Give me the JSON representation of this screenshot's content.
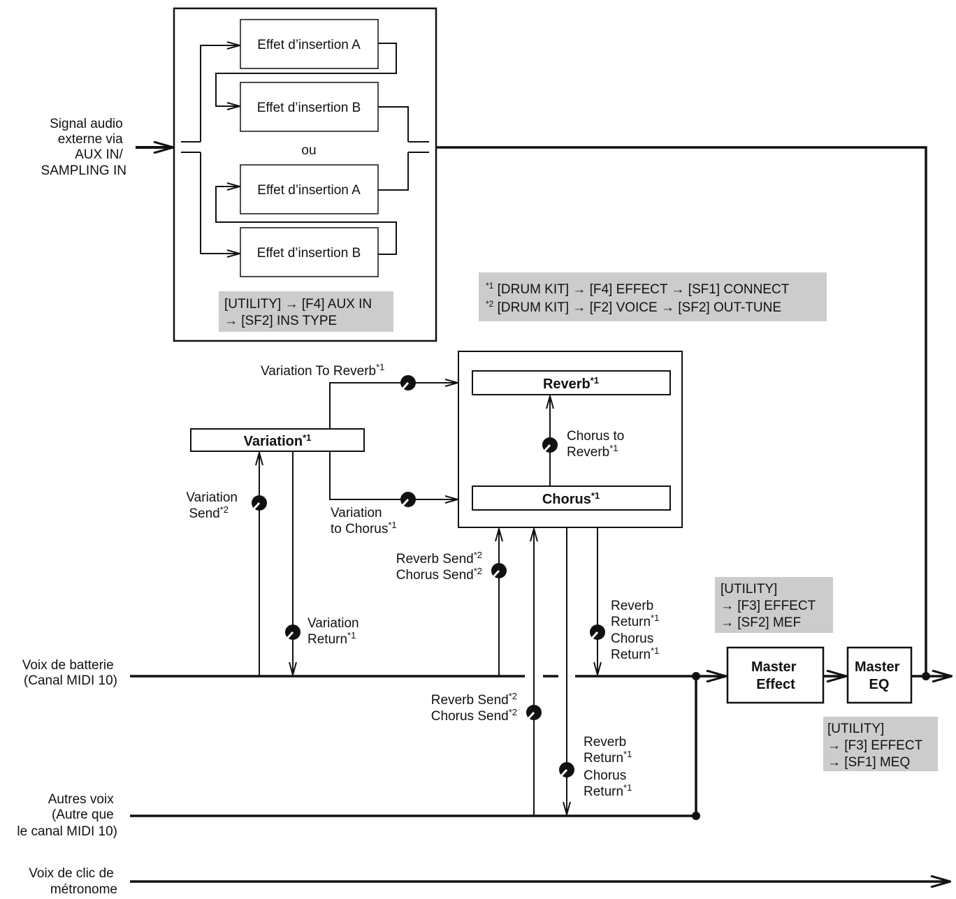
{
  "inputs": {
    "aux": [
      "Signal audio",
      "externe via",
      "AUX IN/",
      "SAMPLING IN"
    ],
    "drum": [
      "Voix de batterie",
      "(Canal MIDI 10)"
    ],
    "other": [
      "Autres voix",
      "(Autre que",
      "le canal MIDI 10)"
    ],
    "click": [
      "Voix de clic de",
      "métronome"
    ]
  },
  "insertion": {
    "box1": "Effet d’insertion A",
    "box2": "Effet d’insertion B",
    "or": "ou",
    "box3": "Effet d’insertion A",
    "box4": "Effet d’insertion B",
    "note": [
      "[UTILITY] → [F4] AUX IN",
      "→ [SF2] INS TYPE"
    ]
  },
  "footnotes": {
    "n1": {
      "sup": "*1",
      "text": " [DRUM KIT] → [F4] EFFECT → [SF1] CONNECT"
    },
    "n2": {
      "sup": "*2",
      "text": " [DRUM KIT] → [F2] VOICE → [SF2] OUT-TUNE"
    }
  },
  "effects": {
    "variation": {
      "name": "Variation",
      "sup": "*1"
    },
    "reverb": {
      "name": "Reverb",
      "sup": "*1"
    },
    "chorus": {
      "name": "Chorus",
      "sup": "*1"
    }
  },
  "labels": {
    "var_to_reverb": {
      "text": "Variation To Reverb",
      "sup": "*1"
    },
    "var_to_chorus_1": "Variation",
    "var_to_chorus_2": {
      "text": "to Chorus",
      "sup": "*1"
    },
    "chorus_to_reverb_1": "Chorus to",
    "chorus_to_reverb_2": {
      "text": "Reverb",
      "sup": "*1"
    },
    "var_send_1": "Variation",
    "var_send_2": {
      "text": "Send",
      "sup": "*2"
    },
    "var_return_1": "Variation",
    "var_return_2": {
      "text": "Return",
      "sup": "*1"
    },
    "drum_rev_send": {
      "text": "Reverb Send",
      "sup": "*2"
    },
    "drum_cho_send": {
      "text": "Chorus Send",
      "sup": "*2"
    },
    "drum_ret_1": "Reverb",
    "drum_ret_2": {
      "text": "Return",
      "sup": "*1"
    },
    "drum_ret_3": "Chorus",
    "drum_ret_4": {
      "text": "Return",
      "sup": "*1"
    },
    "other_rev_send": {
      "text": "Reverb Send",
      "sup": "*2"
    },
    "other_cho_send": {
      "text": "Chorus Send",
      "sup": "*2"
    },
    "other_ret_1": "Reverb",
    "other_ret_2": {
      "text": "Return",
      "sup": "*1"
    },
    "other_ret_3": "Chorus",
    "other_ret_4": {
      "text": "Return",
      "sup": "*1"
    }
  },
  "master": {
    "effect": [
      "Master",
      "Effect"
    ],
    "eq": [
      "Master",
      "EQ"
    ],
    "mef_note": [
      "[UTILITY]",
      "→ [F3] EFFECT",
      "→ [SF2] MEF"
    ],
    "meq_note": [
      "[UTILITY]",
      "→ [F3] EFFECT",
      "→ [SF1] MEQ"
    ]
  },
  "colors": {
    "line": "#111111",
    "note_bg": "#cccccc",
    "background": "#ffffff"
  }
}
